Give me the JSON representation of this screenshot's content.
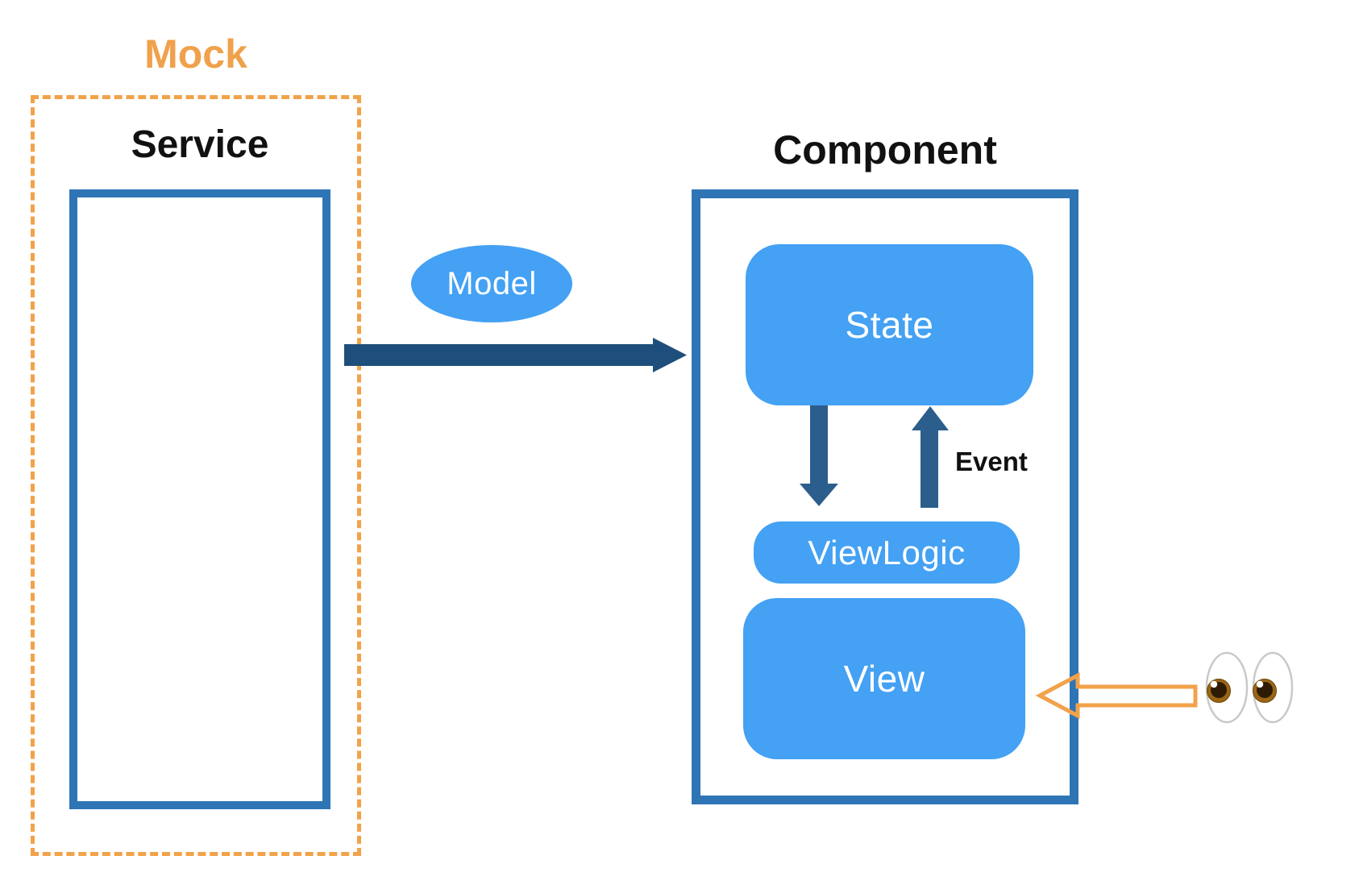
{
  "diagram": {
    "mock": {
      "label": "Mock"
    },
    "service": {
      "label": "Service"
    },
    "model": {
      "label": "Model"
    },
    "component": {
      "label": "Component",
      "state": {
        "label": "State"
      },
      "view_logic": {
        "label": "ViewLogic"
      },
      "view": {
        "label": "View"
      },
      "event": {
        "label": "Event"
      }
    },
    "icons": {
      "eyes": "eyes-emoji"
    },
    "colors": {
      "orange_accent": "#F2A24A",
      "box_border_blue": "#2E75B5",
      "box_fill_blue": "#44A1F4",
      "horizontal_arrow_blue": "#1E4E7B",
      "vertical_arrow_blue": "#2B5E8C",
      "title_text": "#111111",
      "box_label_text": "#FFFFFF",
      "background": "#FFFFFF"
    }
  }
}
